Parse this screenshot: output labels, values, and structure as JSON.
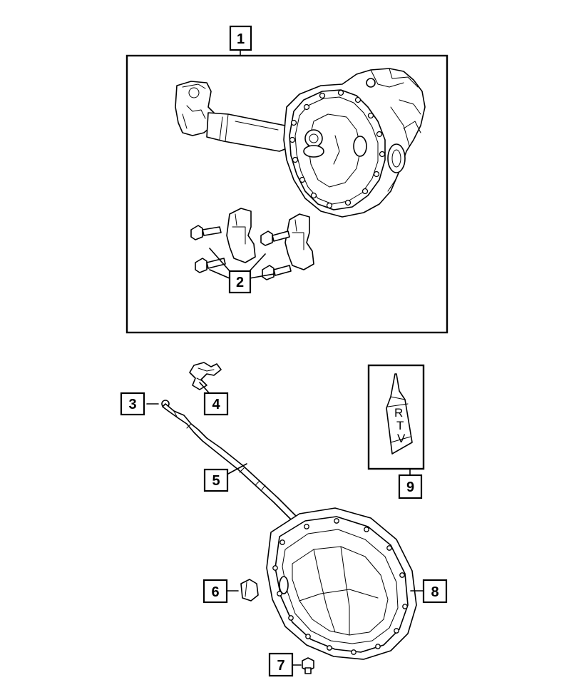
{
  "callouts": {
    "c1": "1",
    "c2": "2",
    "c3": "3",
    "c4": "4",
    "c5": "5",
    "c6": "6",
    "c7": "7",
    "c8": "8",
    "c9": "9"
  },
  "rtv_tube": {
    "letter_r": "R",
    "letter_t": "T",
    "letter_v": "V"
  }
}
